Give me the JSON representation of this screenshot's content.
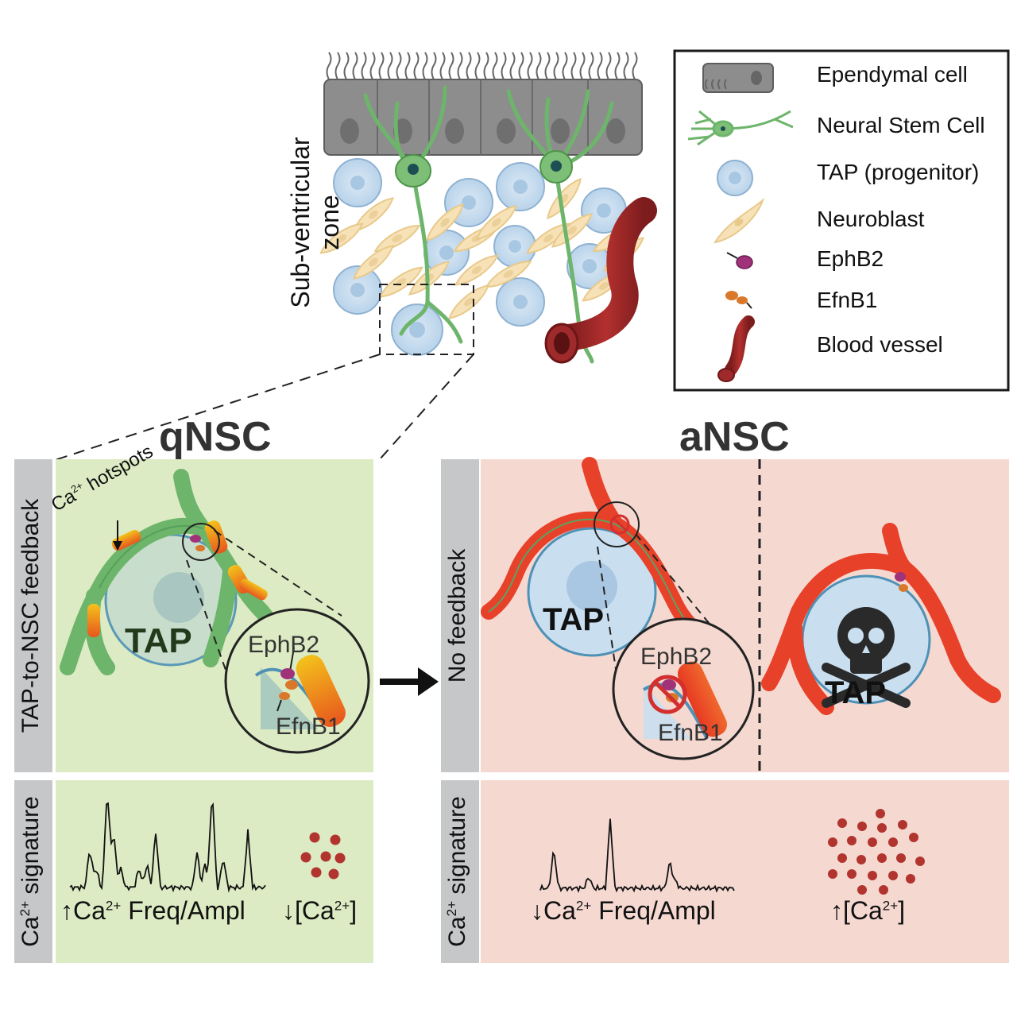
{
  "top": {
    "zone_label": "Sub-ventricular zone"
  },
  "legend": {
    "items": [
      {
        "label": "Ependymal cell",
        "icon": "ependymal-cell-icon"
      },
      {
        "label": "Neural Stem Cell",
        "icon": "neural-stem-cell-icon"
      },
      {
        "label": "TAP (progenitor)",
        "icon": "tap-progenitor-icon"
      },
      {
        "label": "Neuroblast",
        "icon": "neuroblast-icon"
      },
      {
        "label": "EphB2",
        "icon": "ephb2-icon"
      },
      {
        "label": "EfnB1",
        "icon": "efnb1-icon"
      },
      {
        "label": "Blood vessel",
        "icon": "blood-vessel-icon"
      }
    ]
  },
  "qnsc": {
    "title": "qNSC",
    "row1_side_label": "TAP-to-NSC feedback",
    "row2_side_label_base": "Ca",
    "row2_side_label_sup": "2+",
    "row2_side_label_rest": " signature",
    "hotspots_base": "Ca",
    "hotspots_sup": "2+",
    "hotspots_rest": " hotspots",
    "tap_label": "TAP",
    "zoom_ephb2": "EphB2",
    "zoom_efnb1": "EfnB1",
    "freq_arrow": "↑",
    "freq_base": "Ca",
    "freq_sup": "2+",
    "freq_rest": " Freq/Ampl",
    "conc_arrow": "↓",
    "conc_base": "[Ca",
    "conc_sup": "2+",
    "conc_rest": "]"
  },
  "ansc": {
    "title": "aNSC",
    "row1_side_label": "No feedback",
    "row2_side_label_base": "Ca",
    "row2_side_label_sup": "2+",
    "row2_side_label_rest": " signature",
    "tap_label_left": "TAP",
    "tap_label_right": "TAP",
    "zoom_ephb2": "EphB2",
    "zoom_efnb1": "EfnB1",
    "freq_arrow": "↓",
    "freq_base": "Ca",
    "freq_sup": "2+",
    "freq_rest": " Freq/Ampl",
    "conc_arrow": "↑",
    "conc_base": "[Ca",
    "conc_sup": "2+",
    "conc_rest": "]"
  },
  "colors": {
    "green_panel": "#dcebc3",
    "pink_panel": "#f5d9d1",
    "side_tab": "#c6c7c9",
    "nsc_green": "#6db56a",
    "nsc_red": "#e8412a",
    "tap_blue": "#c9dff0",
    "ca_dot": "#b1342f",
    "vessel": "#9e2a2b"
  }
}
